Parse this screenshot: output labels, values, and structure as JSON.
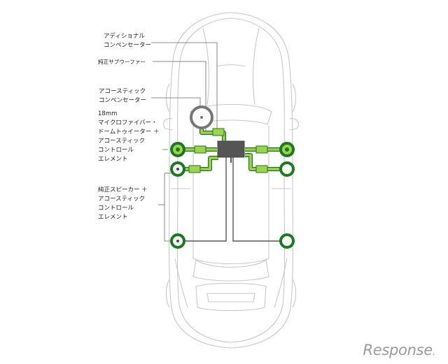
{
  "labels": {
    "additional_compensator": [
      "アディショナル",
      "コンペンセーター"
    ],
    "stock_subwoofer": "純正サブウーファー",
    "acoustic_compensator": [
      "アコースティック",
      "コンペンセーター"
    ],
    "tweeter_block": [
      "18mm",
      "マイクロファイバー・",
      "ドームトゥイーター ＋",
      "アコースティック",
      "コントロール",
      "エレメント"
    ],
    "stock_speaker_block": [
      "純正スピーカー ＋",
      "アコースティック",
      "コントロール",
      "エレメント"
    ]
  },
  "logo": {
    "text": "Response",
    "suffix": "."
  },
  "colors": {
    "accent_green": "#1a7a1f",
    "light_green": "#9ed24f",
    "car_outline": "#c8c8c8",
    "wire": "#555555",
    "subwoofer_ring": "#777777"
  }
}
